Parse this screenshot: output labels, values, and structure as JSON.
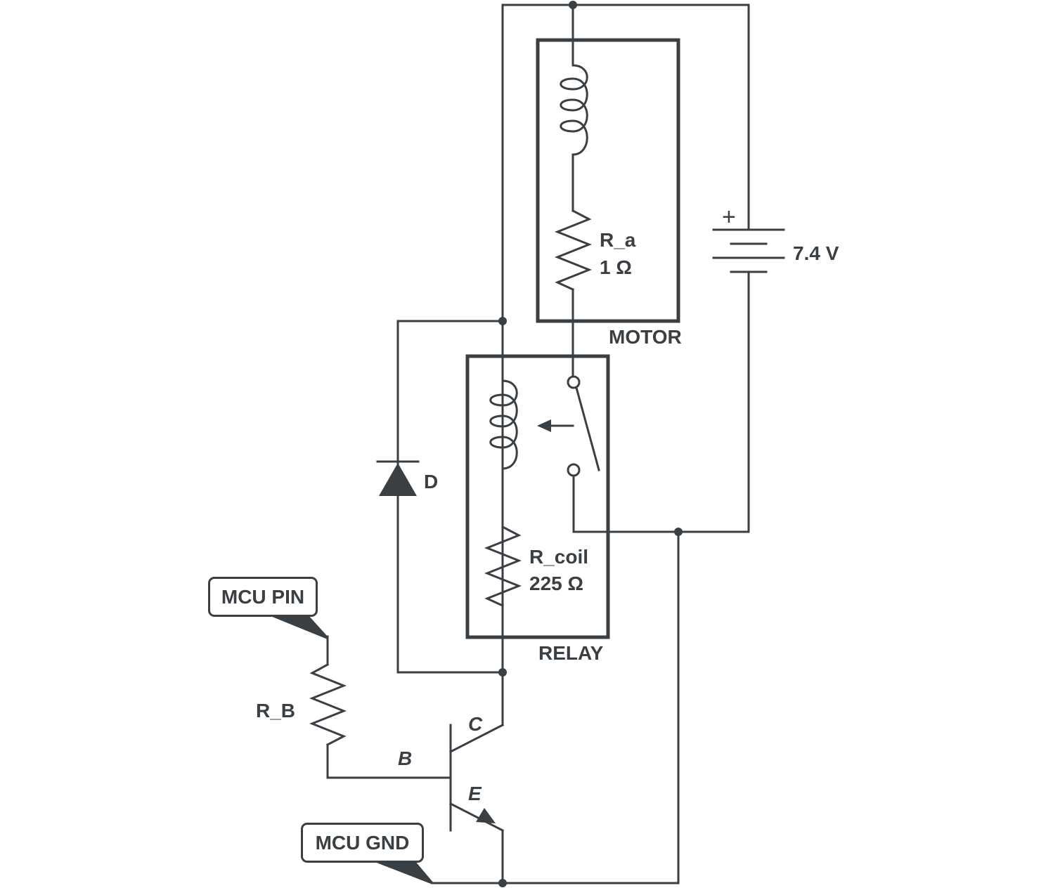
{
  "labels": {
    "motor": "MOTOR",
    "relay": "RELAY",
    "ra_name": "R_a",
    "ra_value": "1 Ω",
    "rcoil_name": "R_coil",
    "rcoil_value": "225 Ω",
    "rb_name": "R_B",
    "diode": "D",
    "battery_plus": "+",
    "battery_voltage": "7.4 V",
    "collector": "C",
    "base": "B",
    "emitter": "E",
    "mcu_pin": "MCU PIN",
    "mcu_gnd": "MCU GND"
  },
  "colors": {
    "ink": "#3a3f44",
    "background": "#ffffff"
  }
}
